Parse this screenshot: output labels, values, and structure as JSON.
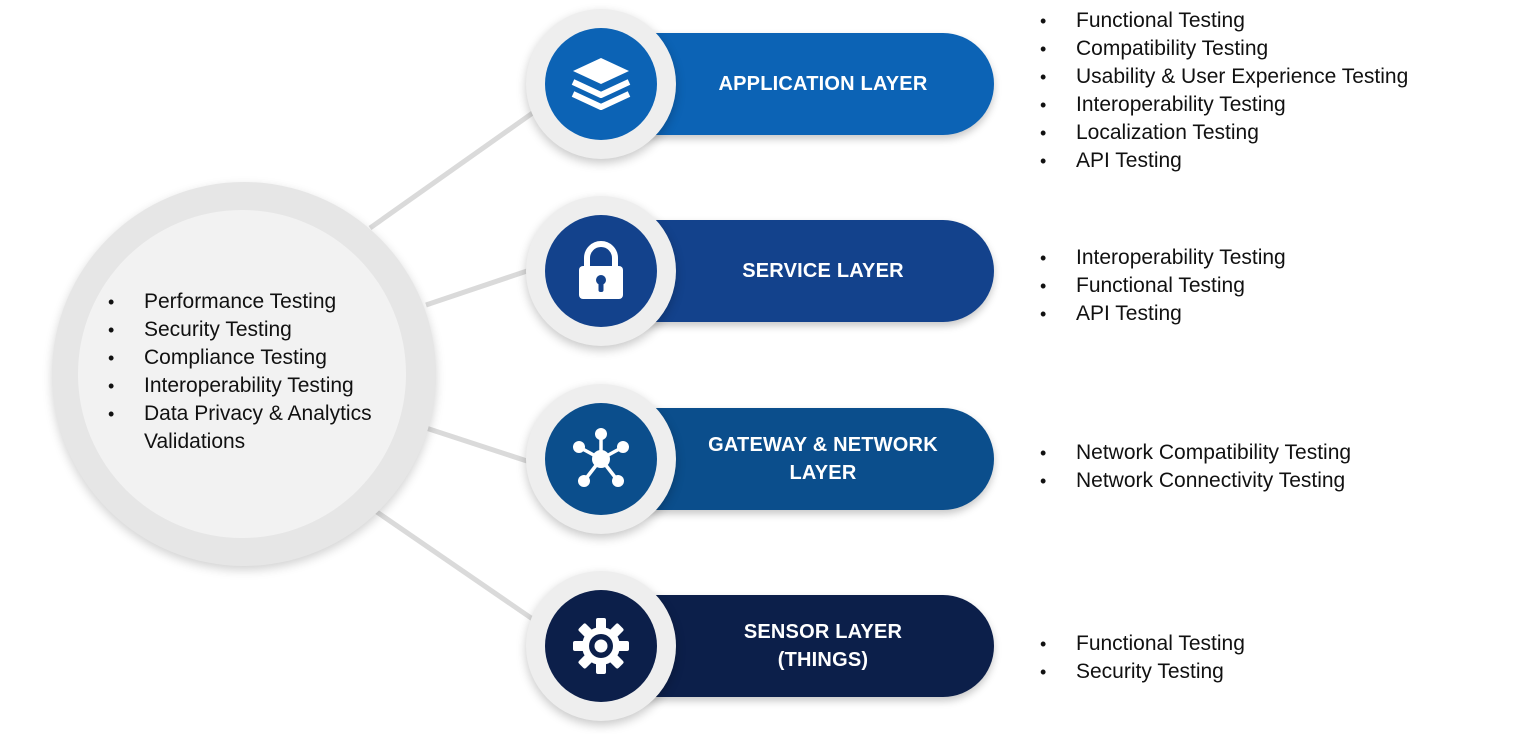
{
  "colors": {
    "application": "#0c63b5",
    "service": "#13428c",
    "gateway": "#0b4e8c",
    "sensor": "#0c1f4a",
    "connector": "#dadada"
  },
  "hub": {
    "items": [
      "Performance Testing",
      "Security Testing",
      "Compliance Testing",
      "Interoperability Testing",
      "Data Privacy & Analytics Validations"
    ]
  },
  "layers": [
    {
      "icon": "layers-stack-icon",
      "title_lines": [
        "APPLICATION LAYER"
      ],
      "items": [
        "Functional Testing",
        "Compatibility Testing",
        "Usability & User Experience Testing",
        "Interoperability Testing",
        "Localization Testing",
        "API Testing"
      ]
    },
    {
      "icon": "padlock-icon",
      "title_lines": [
        "SERVICE LAYER"
      ],
      "items": [
        "Interoperability Testing",
        "Functional Testing",
        "API Testing"
      ]
    },
    {
      "icon": "network-hub-icon",
      "title_lines": [
        "GATEWAY & NETWORK",
        "LAYER"
      ],
      "items": [
        "Network Compatibility Testing",
        "Network Connectivity Testing"
      ]
    },
    {
      "icon": "gear-icon",
      "title_lines": [
        "SENSOR LAYER",
        "(THINGS)"
      ],
      "items": [
        "Functional Testing",
        "Security Testing"
      ]
    }
  ]
}
